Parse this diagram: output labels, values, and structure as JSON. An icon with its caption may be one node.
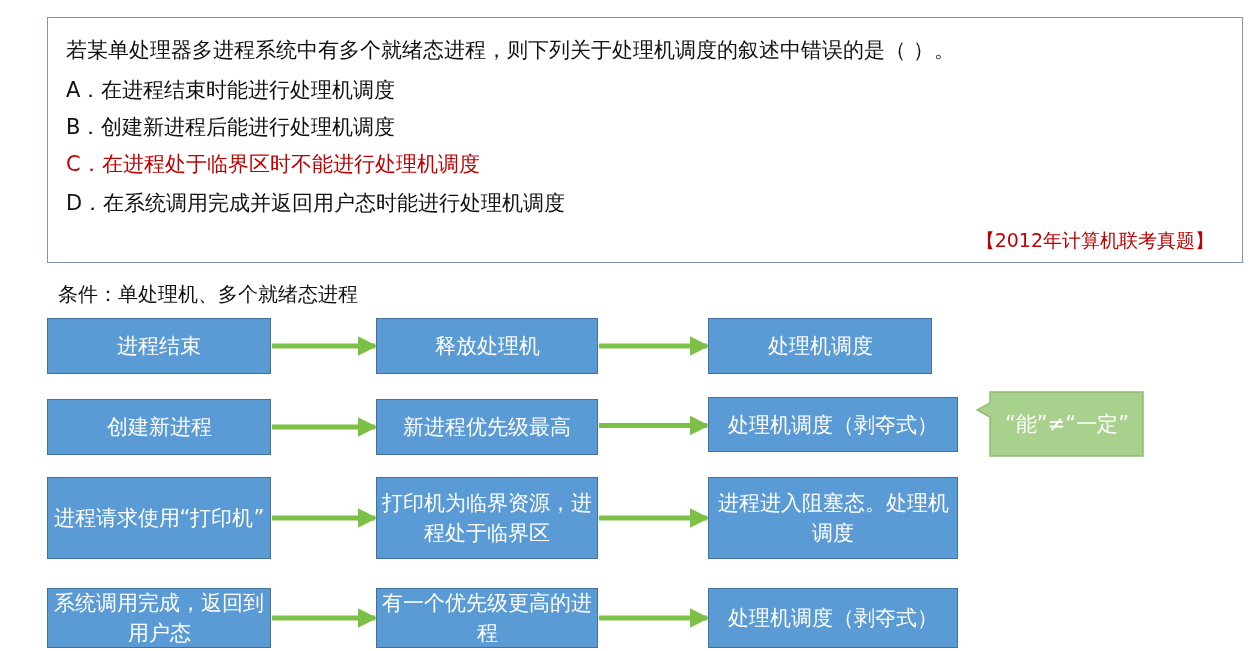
{
  "diagram": {
    "nodes": [
      {
        "text": [
          "若某单处理器多进程系统中有多个就绪态进程，则下列关于处理机调度的叙述中错误的是（    ）。",
          "A．在进程结束时能进行处理机调度",
          "B．创建新进程后能进行处理机调度",
          "C．在进程处于临界区时不能进行处理机调度",
          "D．在系统调用完成并返回用户态时能进行处理机调度",
          "【2012年计算机联考真题】"
        ]
      },
      {
        "text": [
          "进程结束"
        ]
      },
      {
        "text": [
          "释放处理机"
        ]
      },
      {
        "text": [
          "处理机调度"
        ]
      },
      {
        "text": [
          "创建新进程"
        ]
      },
      {
        "text": [
          "新进程优先级最高"
        ]
      },
      {
        "text": [
          "处理机调度（剥夺式）"
        ]
      },
      {
        "text": [
          "进程请求使用“打印机”"
        ]
      },
      {
        "text": [
          "打印机为临界资源，进程处于临界区"
        ]
      },
      {
        "text": [
          "进程进入阻塞态。处理机调度"
        ]
      },
      {
        "text": [
          "系统调用完成，返回到用户态"
        ]
      },
      {
        "text": [
          "有一个优先级更高的进程"
        ]
      },
      {
        "text": [
          "处理机调度（剥夺式）"
        ]
      },
      {
        "text": [
          "“能”≠“一定”"
        ]
      }
    ],
    "edges": [
      {
        "from": 1,
        "to": 2,
        "arrow": "to"
      },
      {
        "from": 2,
        "to": 3,
        "arrow": "to"
      },
      {
        "from": 4,
        "to": 5,
        "arrow": "to"
      },
      {
        "from": 5,
        "to": 6,
        "arrow": "to"
      },
      {
        "from": 7,
        "to": 8,
        "arrow": "to"
      },
      {
        "from": 8,
        "to": 9,
        "arrow": "to"
      },
      {
        "from": 10,
        "to": 11,
        "arrow": "to"
      },
      {
        "from": 11,
        "to": 12,
        "arrow": "to"
      }
    ],
    "labels": [
      "条件：单处理机、多个就绪态进程"
    ]
  }
}
